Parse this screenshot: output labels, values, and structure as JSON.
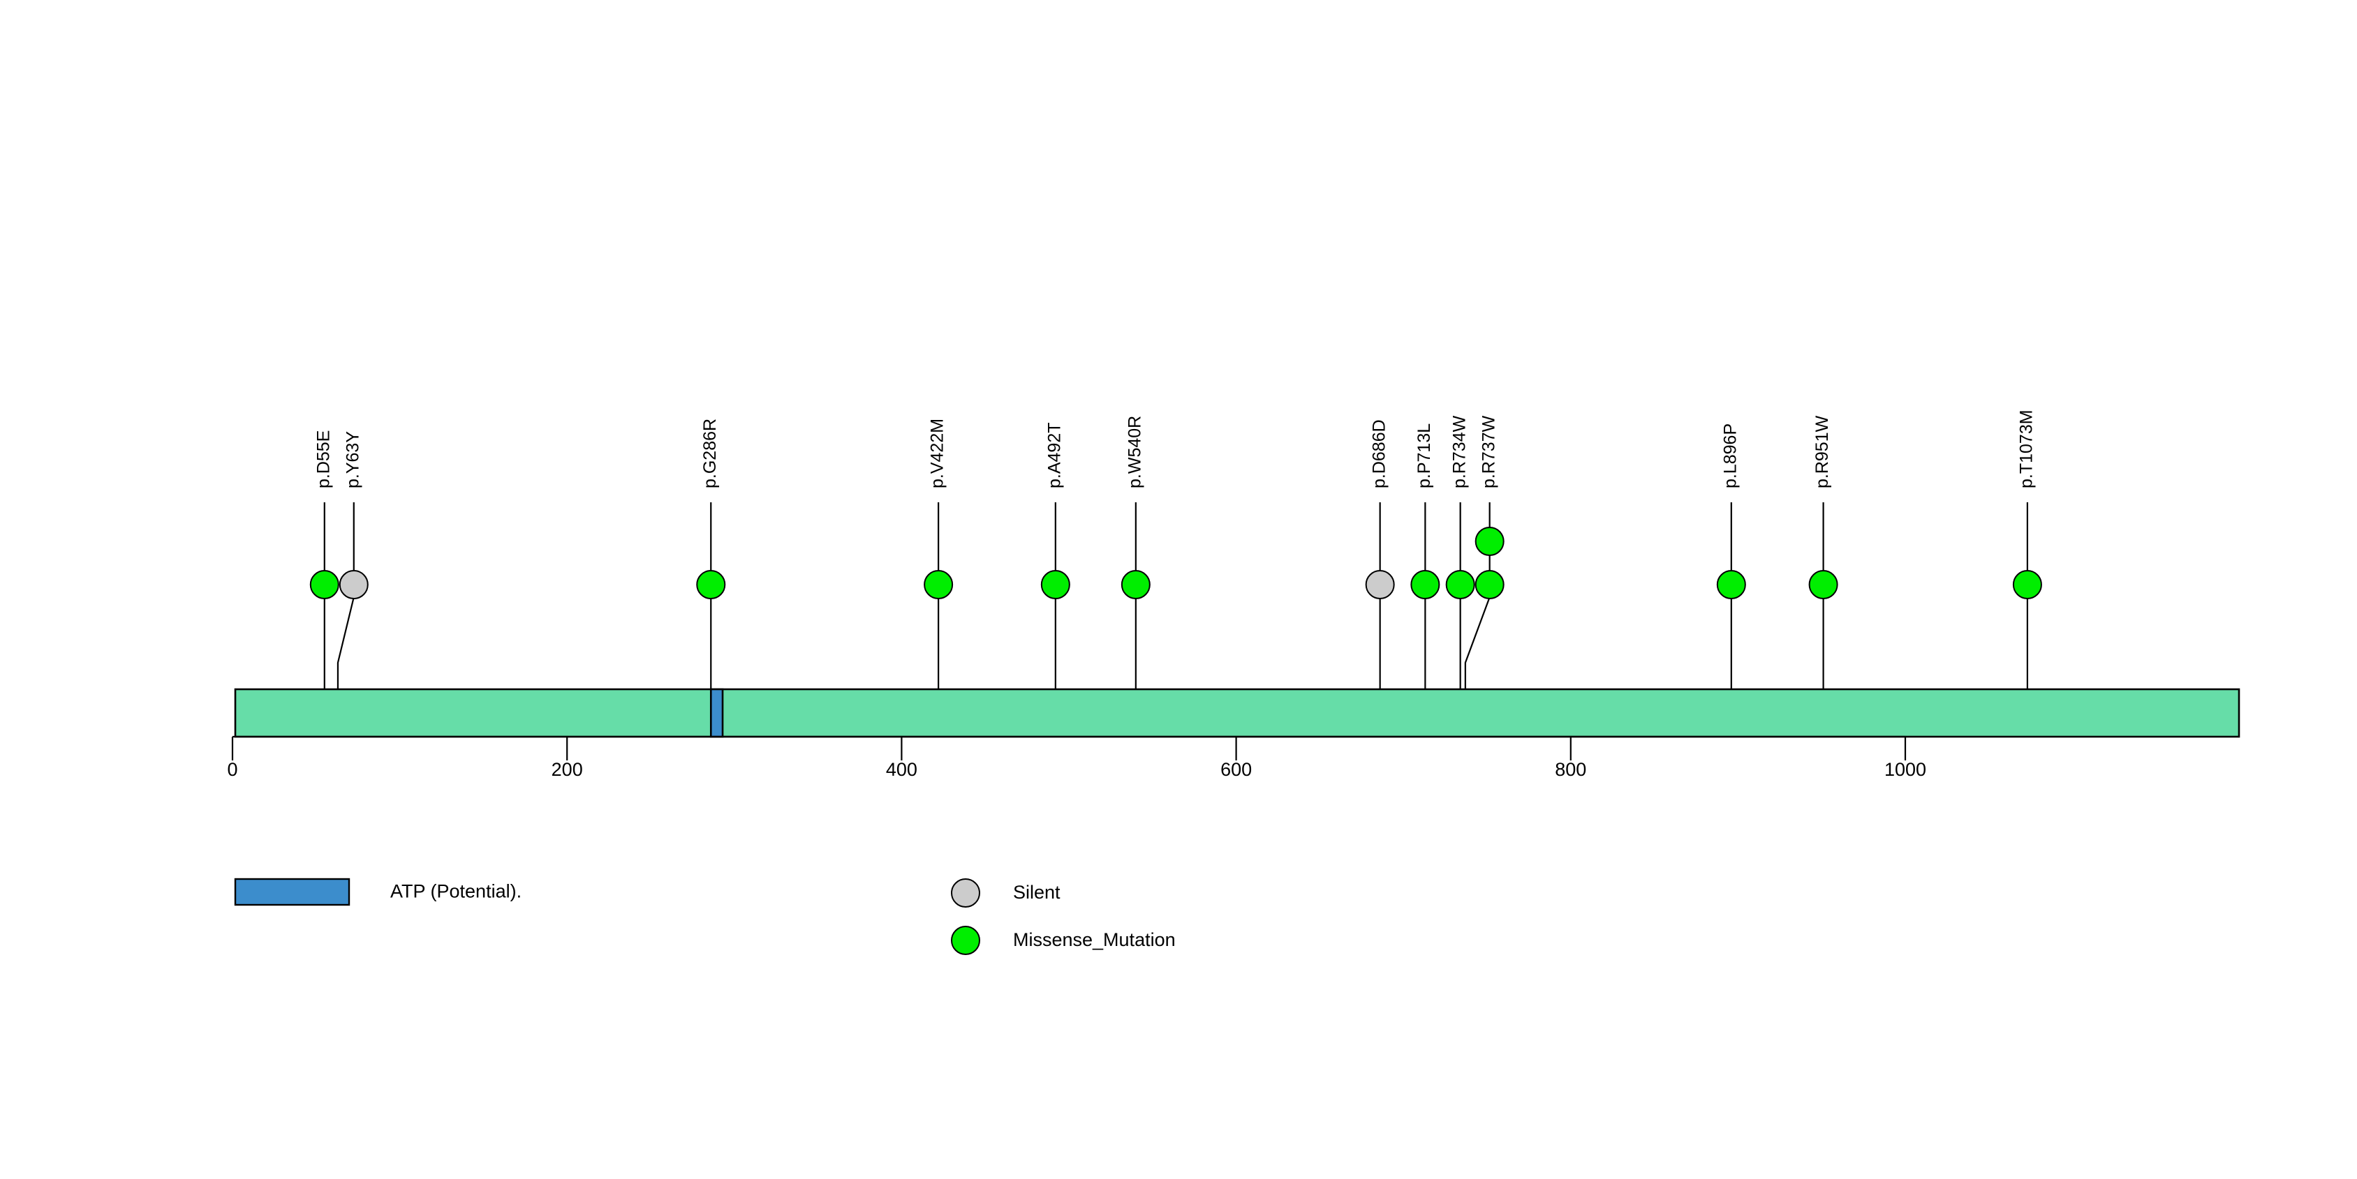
{
  "chart_data": {
    "type": "lollipop",
    "title": "",
    "xlabel": "",
    "ylabel": "",
    "xlim": [
      0,
      1196
    ],
    "axis_ticks": [
      0,
      200,
      400,
      600,
      800,
      1000
    ],
    "axis_tick_labels": [
      "0",
      "200",
      "400",
      "600",
      "800",
      "1000"
    ],
    "protein_length": 1196,
    "backbone_color": "#66DDA8",
    "domains": [
      {
        "name": "ATP (Potential).",
        "start": 286,
        "end": 293,
        "color": "#3C8DCC"
      }
    ],
    "mutations": [
      {
        "label": "p.D55E",
        "position": 55,
        "count": 1,
        "type": "Missense_Mutation",
        "color": "#00EE00"
      },
      {
        "label": "p.Y63Y",
        "position": 63,
        "count": 1,
        "type": "Silent",
        "color": "#CCCCCC"
      },
      {
        "label": "p.G286R",
        "position": 286,
        "count": 1,
        "type": "Missense_Mutation",
        "color": "#00EE00"
      },
      {
        "label": "p.V422M",
        "position": 422,
        "count": 1,
        "type": "Missense_Mutation",
        "color": "#00EE00"
      },
      {
        "label": "p.A492T",
        "position": 492,
        "count": 1,
        "type": "Missense_Mutation",
        "color": "#00EE00"
      },
      {
        "label": "p.W540R",
        "position": 540,
        "count": 1,
        "type": "Missense_Mutation",
        "color": "#00EE00"
      },
      {
        "label": "p.D686D",
        "position": 686,
        "count": 1,
        "type": "Silent",
        "color": "#CCCCCC"
      },
      {
        "label": "p.P713L",
        "position": 713,
        "count": 1,
        "type": "Missense_Mutation",
        "color": "#00EE00"
      },
      {
        "label": "p.R734W",
        "position": 734,
        "count": 1,
        "type": "Missense_Mutation",
        "color": "#00EE00"
      },
      {
        "label": "p.R737W",
        "position": 737,
        "count": 2,
        "type": "Missense_Mutation",
        "color": "#00EE00"
      },
      {
        "label": "p.L896P",
        "position": 896,
        "count": 1,
        "type": "Missense_Mutation",
        "color": "#00EE00"
      },
      {
        "label": "p.R951W",
        "position": 951,
        "count": 1,
        "type": "Missense_Mutation",
        "color": "#00EE00"
      },
      {
        "label": "p.T1073M",
        "position": 1073,
        "count": 1,
        "type": "Missense_Mutation",
        "color": "#00EE00"
      }
    ],
    "legend": {
      "domain_entries": [
        {
          "label": "ATP (Potential).",
          "color": "#3C8DCC",
          "shape": "rect"
        }
      ],
      "mutation_entries": [
        {
          "label": "Silent",
          "color": "#CCCCCC",
          "shape": "circle"
        },
        {
          "label": "Missense_Mutation",
          "color": "#00EE00",
          "shape": "circle"
        }
      ]
    }
  }
}
